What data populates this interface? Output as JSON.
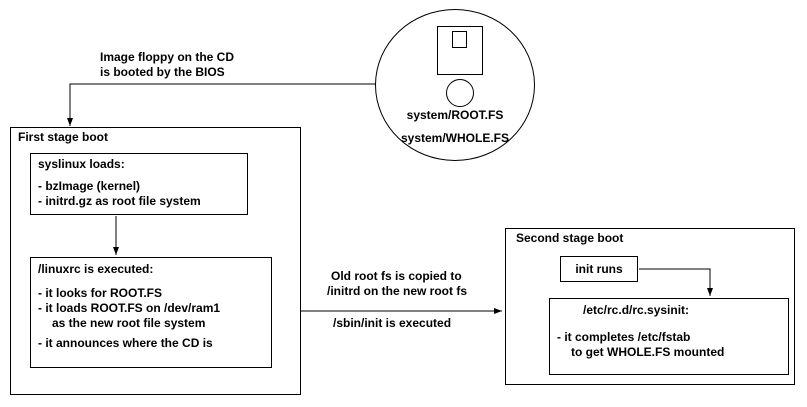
{
  "colors": {
    "line": "#000000",
    "background": "#ffffff"
  },
  "icons": {
    "floppy": "floppy-disk-icon"
  },
  "cd": {
    "label_root": "system/ROOT.FS",
    "label_whole": "system/WHOLE.FS"
  },
  "bios_note": {
    "line1": "Image floppy on the CD",
    "line2": "is booted by the BIOS"
  },
  "first_stage": {
    "title": "First stage boot",
    "syslinux": {
      "title": "syslinux loads:",
      "items": [
        "- bzImage (kernel)",
        "- initrd.gz as root file system"
      ]
    },
    "linuxrc": {
      "title": "/linuxrc is executed:",
      "items": [
        "- it looks for ROOT.FS",
        "- it loads ROOT.FS on /dev/ram1",
        "as the new root file system",
        "- it announces where the CD is"
      ]
    }
  },
  "transfer": {
    "line1": "Old root fs is copied to",
    "line2": "/initrd on the new root fs",
    "line3": "/sbin/init is executed"
  },
  "second_stage": {
    "title": "Second stage boot",
    "init_box": "init runs",
    "sysinit": {
      "title": "/etc/rc.d/rc.sysinit:",
      "items": [
        "- it completes /etc/fstab",
        "to get WHOLE.FS mounted"
      ]
    }
  }
}
